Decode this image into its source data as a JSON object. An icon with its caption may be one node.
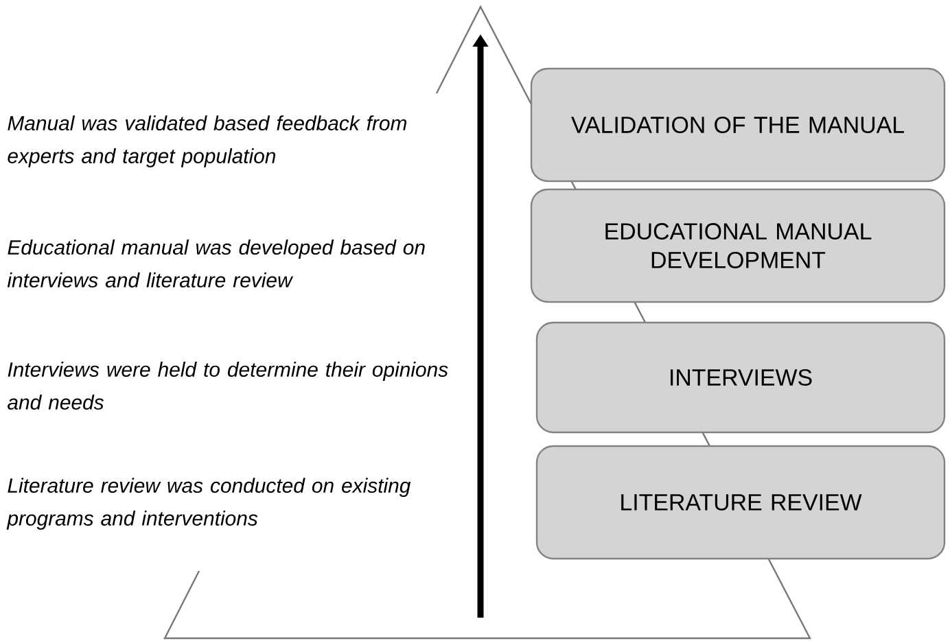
{
  "diagram": {
    "nodes": [
      {
        "text": [
          "VALIDATION OF THE MANUAL"
        ]
      },
      {
        "text": [
          "EDUCATIONAL MANUAL DEVELOPMENT"
        ]
      },
      {
        "text": [
          "INTERVIEWS"
        ]
      },
      {
        "text": [
          "LITERATURE REVIEW"
        ]
      }
    ],
    "labels": [
      "Manual was validated based feedback from experts and target population",
      "Educational manual was developed based on interviews and literature review",
      "Interviews were held to determine their opinions and needs",
      "Literature review was conducted on existing programs and interventions"
    ]
  }
}
